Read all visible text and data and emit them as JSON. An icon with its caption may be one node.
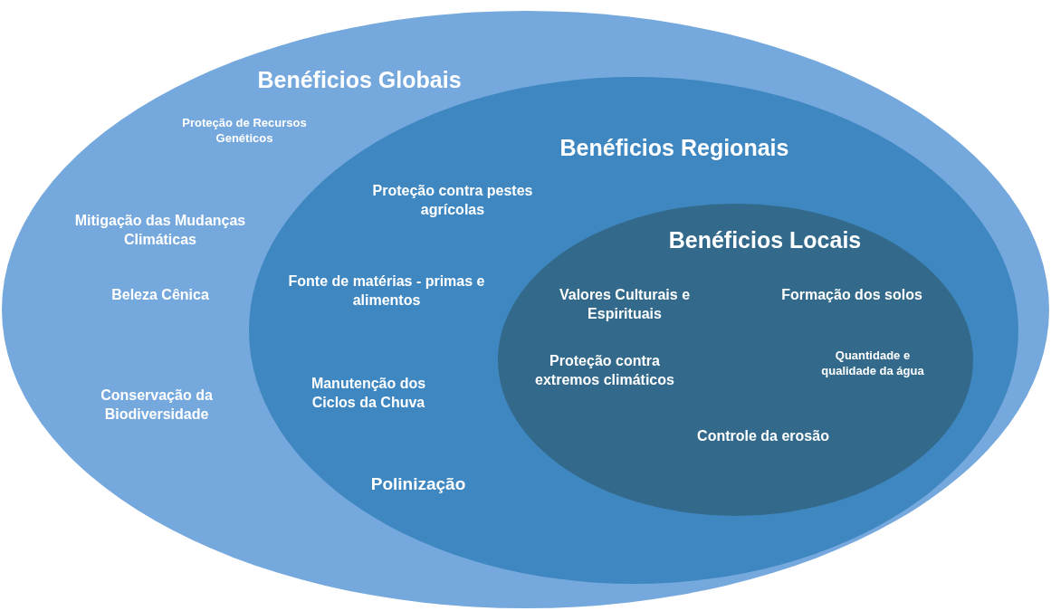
{
  "diagram": {
    "nodes": [
      {
        "text": [
          "Benéficios Globais",
          "Proteção de Recursos Genéticos",
          "Mitigação das Mudanças Climáticas",
          "Beleza Cênica",
          "Conservação da Biodiversidade"
        ]
      },
      {
        "text": [
          "Benéficios Regionais",
          "Proteção contra pestes agrícolas",
          "Fonte de matérias - primas e alimentos",
          "Manutenção dos Ciclos da Chuva",
          "Polinização"
        ],
        "in": 0
      },
      {
        "text": [
          "Benéficios Locais",
          "Valores Culturais e Espirituais",
          "Formação dos solos",
          "Proteção contra extremos climáticos",
          "Quantidade e qualidade da água",
          "Controle da erosão"
        ],
        "in": 1
      }
    ]
  }
}
